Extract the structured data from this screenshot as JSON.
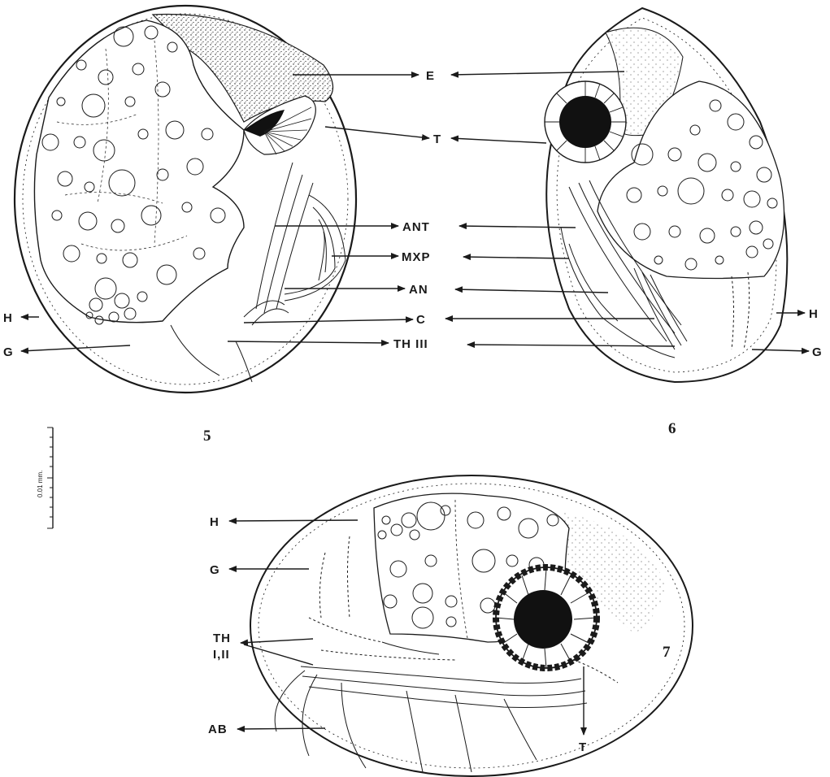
{
  "figures": [
    {
      "id": "fig5",
      "number": "5"
    },
    {
      "id": "fig6",
      "number": "6"
    },
    {
      "id": "fig7",
      "number": "7"
    }
  ],
  "labels": {
    "E": "E",
    "T": "T",
    "ANT": "ANT",
    "MXP": "MXP",
    "AN": "AN",
    "C": "C",
    "TH_III": "TH III",
    "H": "H",
    "G": "G",
    "TH": "TH",
    "TH_I_II": "I,II",
    "AB": "AB"
  },
  "scale_bar": {
    "text": "0.01 mm."
  }
}
